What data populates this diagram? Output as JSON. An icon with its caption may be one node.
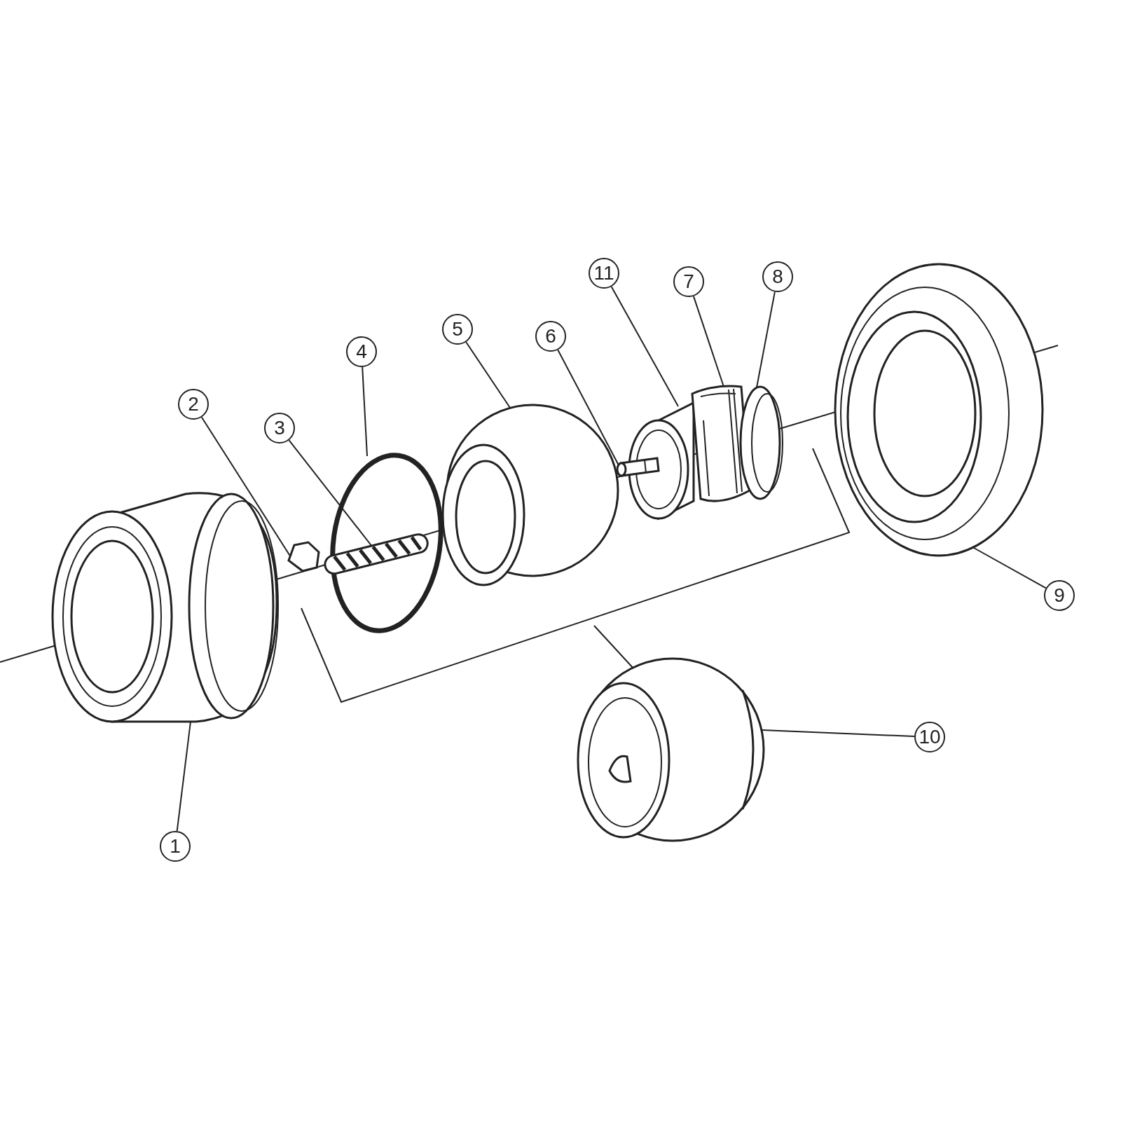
{
  "diagram": {
    "nodes": [
      {
        "text": [
          "1"
        ]
      },
      {
        "text": [
          "2"
        ]
      },
      {
        "text": [
          "3"
        ]
      },
      {
        "text": [
          "4"
        ]
      },
      {
        "text": [
          "5"
        ]
      },
      {
        "text": [
          "6"
        ]
      },
      {
        "text": [
          "7"
        ]
      },
      {
        "text": [
          "8"
        ]
      },
      {
        "text": [
          "9"
        ]
      },
      {
        "text": [
          "10"
        ]
      },
      {
        "text": [
          "11"
        ]
      },
      {
        "text": [],
        "shape": "picture"
      },
      {
        "text": [],
        "shape": "picture"
      },
      {
        "text": [],
        "shape": "picture"
      },
      {
        "text": [],
        "shape": "picture"
      },
      {
        "text": [],
        "shape": "picture"
      },
      {
        "text": [],
        "shape": "picture"
      },
      {
        "text": [],
        "shape": "picture"
      },
      {
        "text": [],
        "shape": "picture"
      },
      {
        "text": [],
        "shape": "picture"
      },
      {
        "text": [],
        "shape": "picture"
      },
      {
        "text": [],
        "shape": "picture"
      }
    ],
    "edges": [
      {
        "from": 0,
        "to": 11,
        "arrow": "none"
      },
      {
        "from": 1,
        "to": 12,
        "arrow": "none"
      },
      {
        "from": 2,
        "to": 13,
        "arrow": "none"
      },
      {
        "from": 3,
        "to": 14,
        "arrow": "none"
      },
      {
        "from": 4,
        "to": 15,
        "arrow": "none"
      },
      {
        "from": 5,
        "to": 16,
        "arrow": "none"
      },
      {
        "from": 6,
        "to": 18,
        "arrow": "none"
      },
      {
        "from": 7,
        "to": 19,
        "arrow": "none"
      },
      {
        "from": 8,
        "to": 20,
        "arrow": "none"
      },
      {
        "from": 9,
        "to": 21,
        "arrow": "none"
      },
      {
        "from": 10,
        "to": 17,
        "arrow": "none"
      }
    ]
  }
}
